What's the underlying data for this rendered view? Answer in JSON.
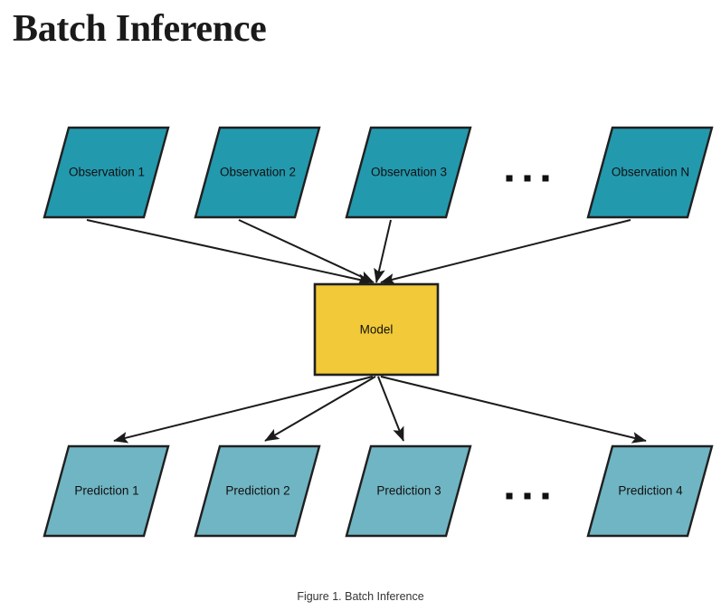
{
  "page": {
    "title": "Batch Inference",
    "background_color": "#ffffff"
  },
  "figure": {
    "caption": "Figure 1. Batch Inference",
    "ellipsis_glyph": "...",
    "colors": {
      "observation_fill": "#2399ae",
      "model_fill": "#f2c938",
      "prediction_fill": "#70b5c3",
      "stroke": "#202020",
      "text": "#111111",
      "arrow": "#1b1b1b"
    },
    "model": {
      "label": "Model",
      "shape": "rectangle"
    },
    "observations": [
      {
        "label": "Observation 1"
      },
      {
        "label": "Observation 2"
      },
      {
        "label": "Observation 3"
      },
      {
        "label": "Observation N"
      }
    ],
    "predictions": [
      {
        "label": "Prediction 1"
      },
      {
        "label": "Prediction 2"
      },
      {
        "label": "Prediction 3"
      },
      {
        "label": "Prediction 4"
      }
    ]
  }
}
